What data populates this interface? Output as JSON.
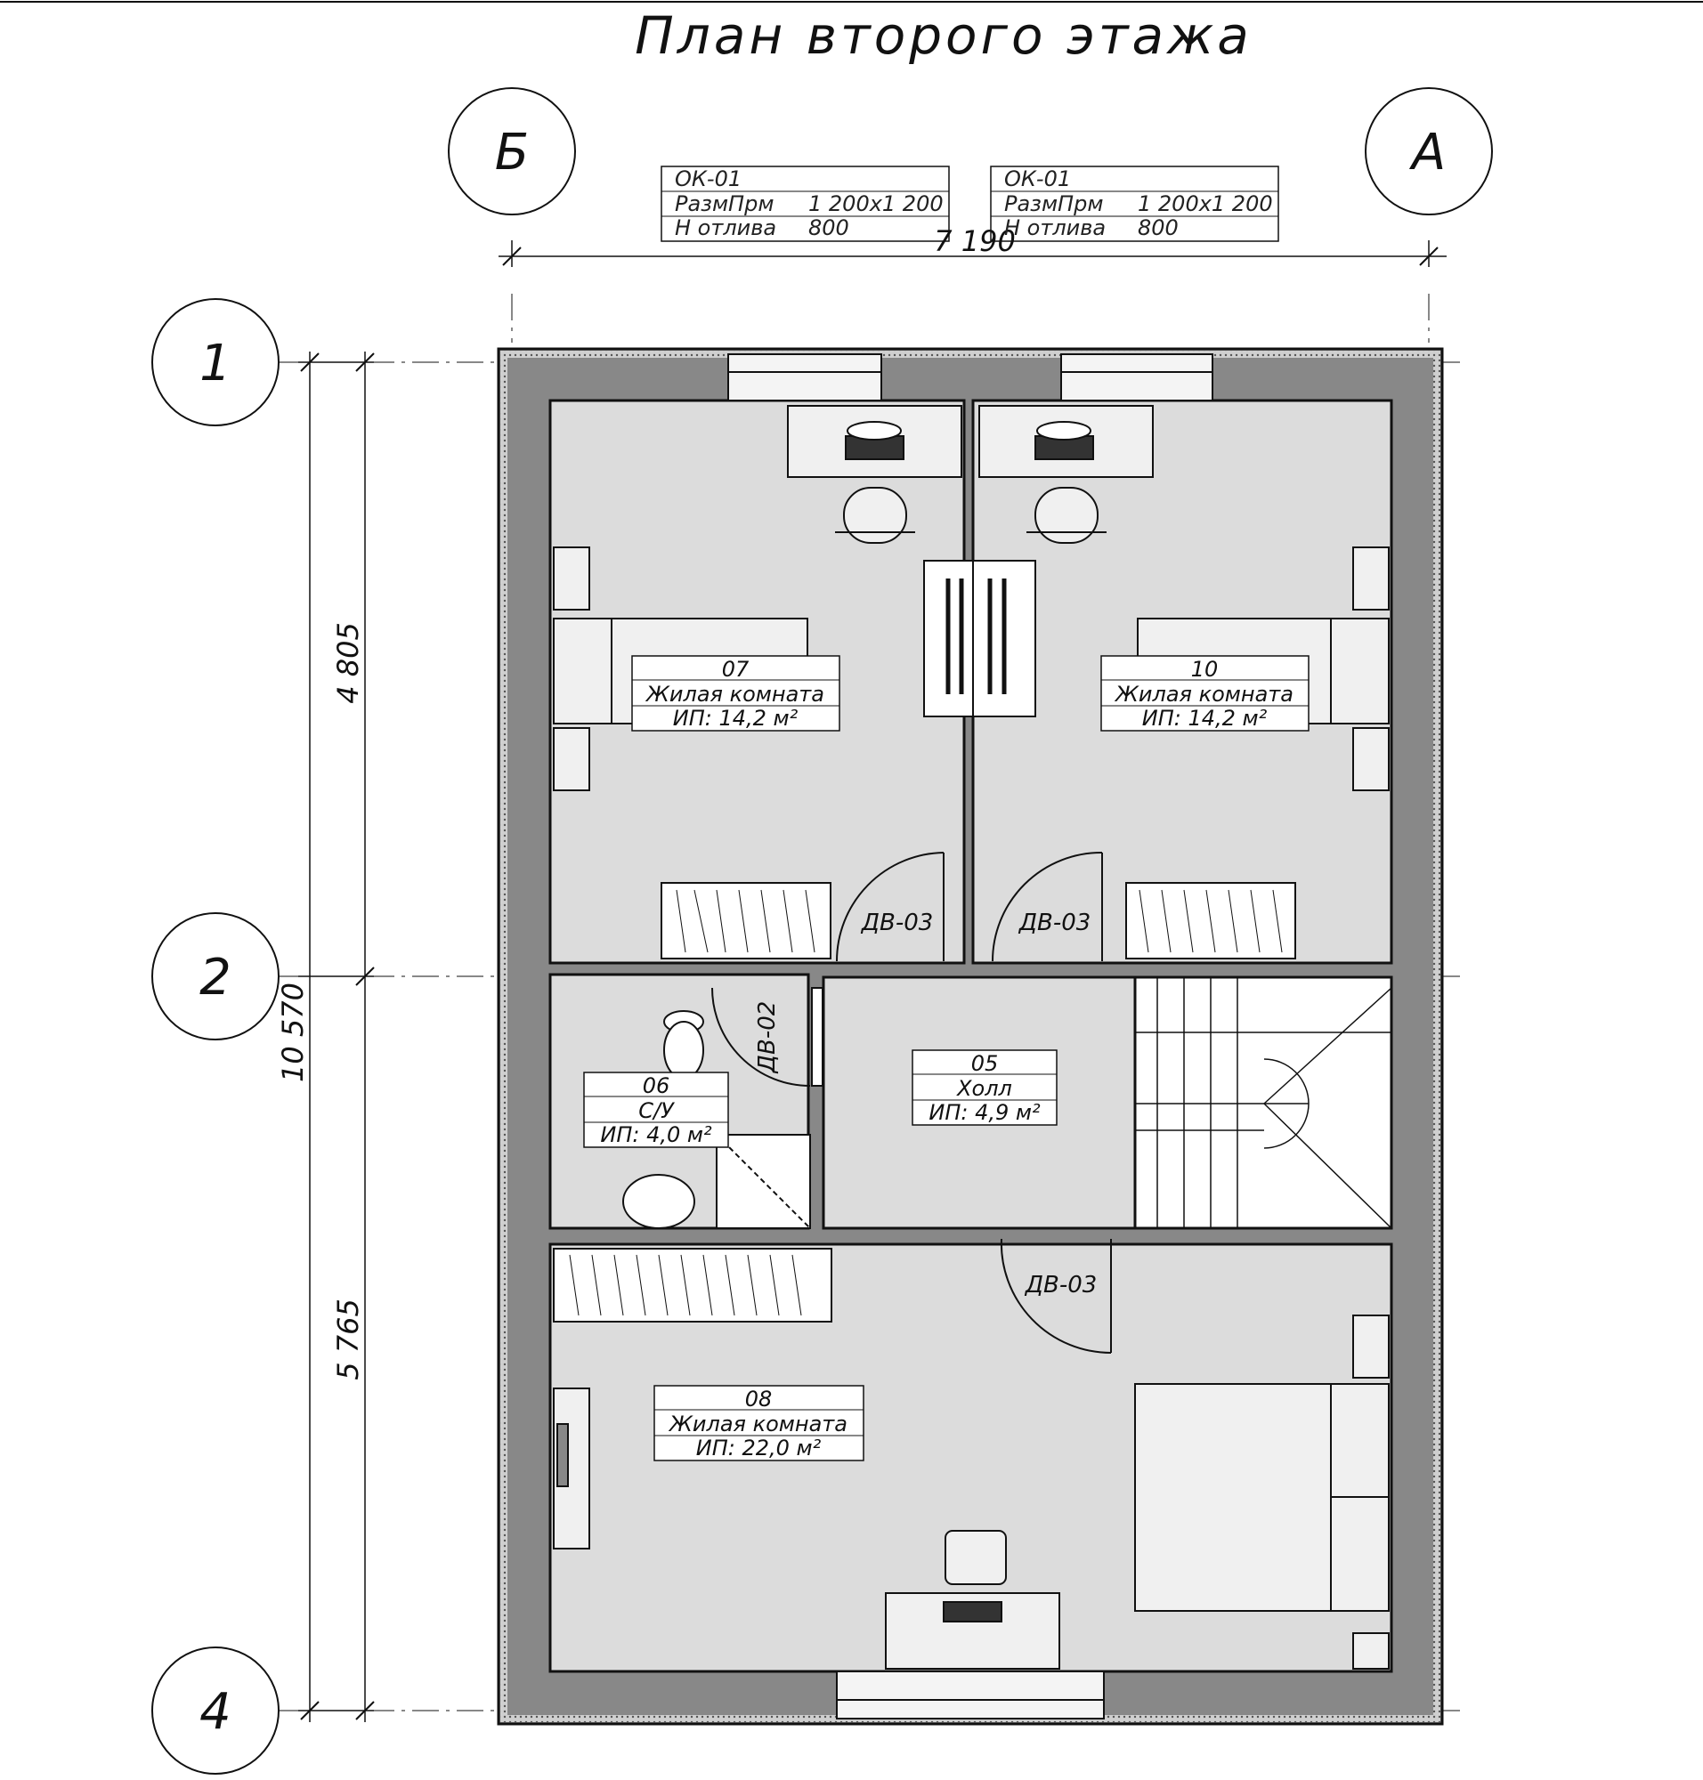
{
  "title": "План второго этажа",
  "axes": {
    "vertical": [
      "Б",
      "А"
    ],
    "horizontal": [
      "1",
      "2",
      "4"
    ]
  },
  "dimensions": {
    "width": "7 190",
    "total_height": "10 570",
    "upper_span": "4 805",
    "lower_span": "5 765"
  },
  "window_tags": [
    {
      "mark": "ОК-01",
      "size_label": "РазмПрм",
      "size": "1 200х1 200",
      "sill_label": "Н отлива",
      "sill": "800"
    },
    {
      "mark": "ОК-01",
      "size_label": "РазмПрм",
      "size": "1 200х1 200",
      "sill_label": "Н отлива",
      "sill": "800"
    }
  ],
  "rooms": [
    {
      "id": "r07",
      "number": "07",
      "name": "Жилая комната",
      "area": "ИП: 14,2 м²"
    },
    {
      "id": "r10",
      "number": "10",
      "name": "Жилая комната",
      "area": "ИП: 14,2 м²"
    },
    {
      "id": "r06",
      "number": "06",
      "name": "С/У",
      "area": "ИП: 4,0 м²"
    },
    {
      "id": "r05",
      "number": "05",
      "name": "Холл",
      "area": "ИП: 4,9 м²"
    },
    {
      "id": "r08",
      "number": "08",
      "name": "Жилая комната",
      "area": "ИП: 22,0 м²"
    }
  ],
  "doors": {
    "d1": "ДВ-03",
    "d2": "ДВ-03",
    "d3": "ДВ-02",
    "d4": "ДВ-03"
  },
  "colors": {
    "wall": "#888888",
    "floor": "#dcdcdc",
    "line": "#111111"
  }
}
